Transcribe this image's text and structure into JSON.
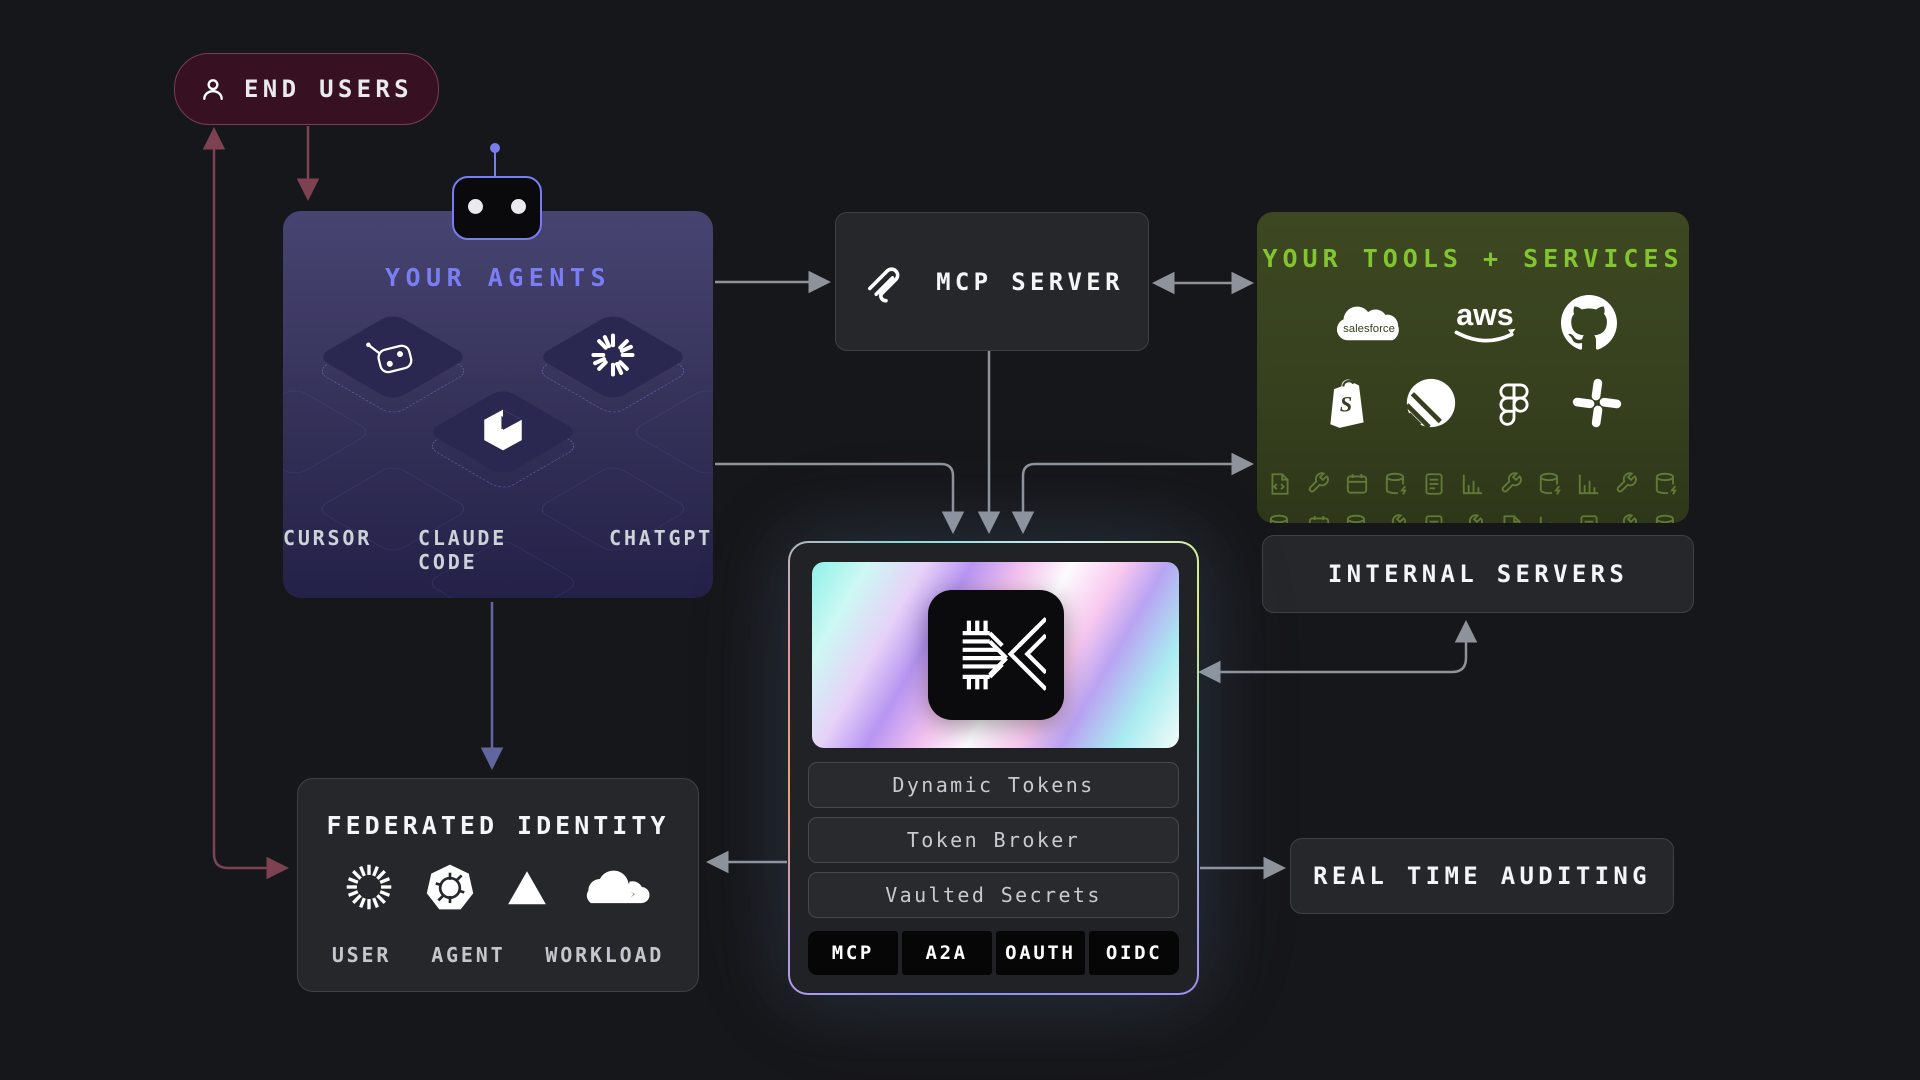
{
  "palette": {
    "background": "#16171a",
    "accent_purple": "#7b7ef2",
    "accent_green": "#82c52f",
    "maroon_arrow": "#7d4152",
    "gray_arrow": "#8e939b",
    "purple_arrow": "#62669e"
  },
  "end_users": {
    "label": "END USERS",
    "icon": "person-icon"
  },
  "agents": {
    "title": "YOUR AGENTS",
    "items": [
      "CURSOR",
      "CLAUDE CODE",
      "CHATGPT"
    ],
    "tile_icons": [
      "agent-device-icon",
      "cursor-cube-icon",
      "claude-starburst-icon"
    ],
    "mascot_icon": "robot-icon"
  },
  "mcp_server": {
    "label": "MCP SERVER",
    "icon": "mcp-icon"
  },
  "tools": {
    "title": "YOUR TOOLS + SERVICES",
    "logos_row1": [
      "salesforce",
      "aws",
      "github"
    ],
    "logos_row2": [
      "shopify",
      "linear",
      "figma",
      "slack"
    ],
    "strip_icons": [
      "code-file",
      "wrench",
      "calendar",
      "database",
      "document",
      "bar-chart",
      "wrench",
      "database",
      "bar-chart",
      "wrench",
      "database"
    ]
  },
  "internal_servers": {
    "label": "INTERNAL SERVERS"
  },
  "keycard": {
    "logo_icon": "keycard-k-icon",
    "features": [
      "Dynamic Tokens",
      "Token Broker",
      "Vaulted Secrets"
    ],
    "protocols": [
      "MCP",
      "A2A",
      "OAUTH",
      "OIDC"
    ]
  },
  "federated_identity": {
    "title": "FEDERATED IDENTITY",
    "provider_icons": [
      "okta",
      "kubernetes",
      "vercel",
      "cloudflare"
    ],
    "labels": [
      "USER",
      "AGENT",
      "WORKLOAD"
    ]
  },
  "auditing": {
    "label": "REAL TIME AUDITING"
  }
}
